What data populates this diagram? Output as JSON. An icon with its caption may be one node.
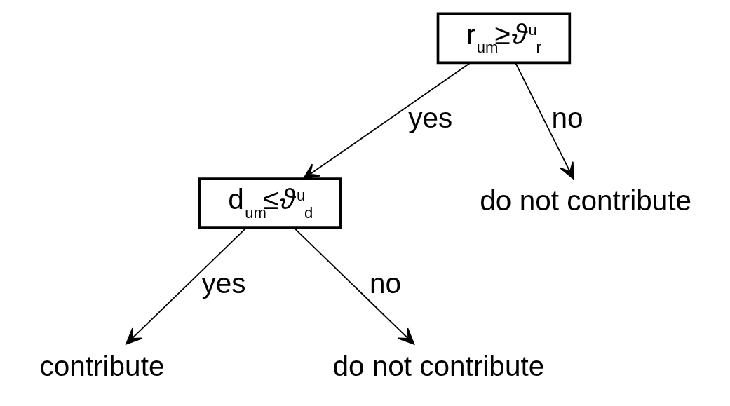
{
  "diagram": {
    "nodes": [
      {
        "text": [
          "r$_{um}$≥*ϑ*$^{u}$$_{r}$"
        ]
      },
      {
        "text": [
          "d$_{um}$≤*ϑ*$^{u}$$_{d}$"
        ]
      },
      {
        "text": [
          "do not contribute"
        ]
      },
      {
        "text": [
          "contribute"
        ]
      },
      {
        "text": [
          "do not contribute"
        ]
      }
    ],
    "edges": [
      {
        "from": 0,
        "to": 1,
        "arrow": "to",
        "label": "yes"
      },
      {
        "from": 0,
        "to": 2,
        "arrow": "to",
        "label": "no"
      },
      {
        "from": 1,
        "to": 3,
        "arrow": "to",
        "label": "yes"
      },
      {
        "from": 1,
        "to": 4,
        "arrow": "to",
        "label": "no"
      }
    ]
  }
}
